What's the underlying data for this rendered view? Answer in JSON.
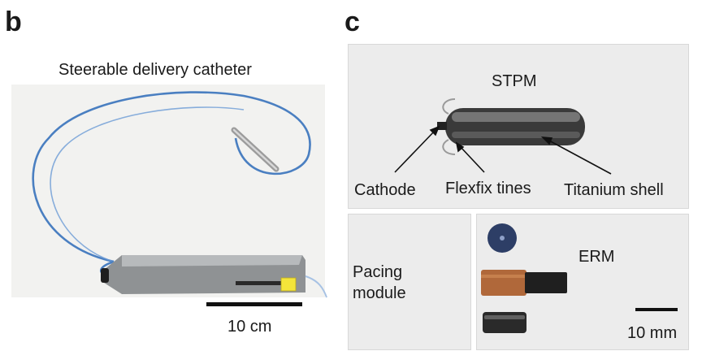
{
  "panel_b": {
    "letter": "b",
    "title": "Steerable delivery catheter",
    "scale_label": "10 cm"
  },
  "panel_c": {
    "letter": "c",
    "stpm_title": "STPM",
    "label_cathode": "Cathode",
    "label_flexfix": "Flexfix tines",
    "label_titanium": "Titanium shell",
    "pacing_label_line1": "Pacing",
    "pacing_label_line2": "module",
    "erm_title": "ERM",
    "scale_label": "10 mm"
  },
  "colors": {
    "panel_bg": "#ececec",
    "catheter_blue": "#4a7fc1",
    "handle_gray": "#8f9294",
    "tab_yellow": "#f4e53a",
    "copper": "#b0683a",
    "metal_dark": "#2c2c2c"
  }
}
